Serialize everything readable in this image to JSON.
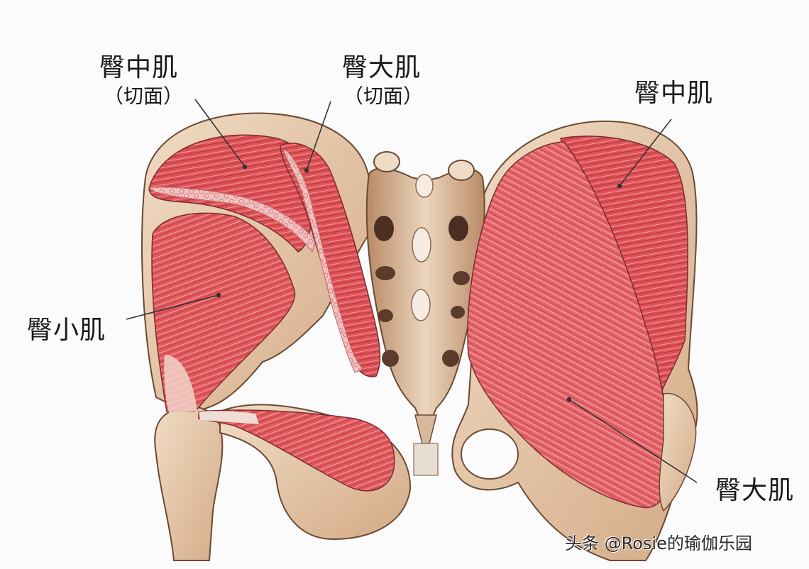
{
  "diagram": {
    "subject": "Posterior view of pelvis with gluteal muscles",
    "colors": {
      "background": "#fbfbfb",
      "muscle": "#e05a5e",
      "muscle_light": "#ee8f90",
      "muscle_dark": "#c63c45",
      "bone": "#e9cfb4",
      "bone_shadow": "#b98a66",
      "outline": "#6b4a35",
      "leader_line": "#333333"
    }
  },
  "labels": {
    "gluteus_medius_cut": {
      "name": "臀中肌",
      "note": "（切面）"
    },
    "gluteus_maximus_cut": {
      "name": "臀大肌",
      "note": "（切面）"
    },
    "gluteus_medius": {
      "name": "臀中肌"
    },
    "gluteus_minimus": {
      "name": "臀小肌"
    },
    "gluteus_maximus": {
      "name": "臀大肌"
    }
  },
  "watermark": {
    "text": "头条 @Rosie的瑜伽乐园"
  }
}
